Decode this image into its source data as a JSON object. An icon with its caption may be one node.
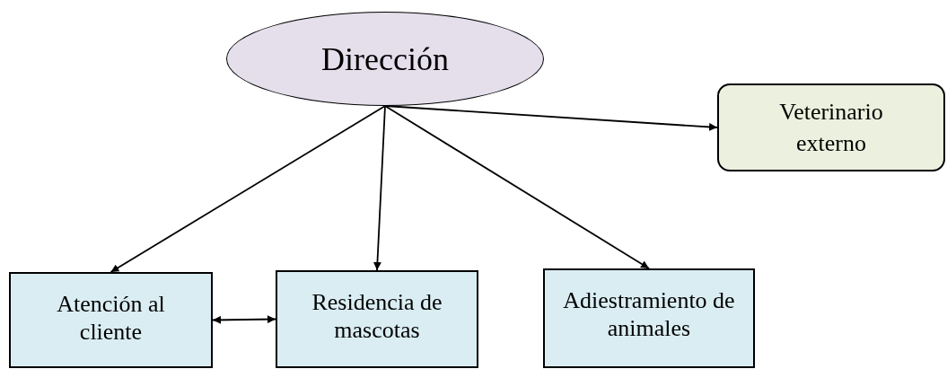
{
  "diagram": {
    "nodes": [
      {
        "text": [
          "Dirección"
        ]
      },
      {
        "text": [
          "Veterinario externo"
        ]
      },
      {
        "text": [
          "Atención al cliente"
        ]
      },
      {
        "text": [
          "Residencia de mascotas"
        ]
      },
      {
        "text": [
          "Adiestramiento de animales"
        ]
      }
    ],
    "edges": [
      {
        "from": 0,
        "to": 2,
        "arrow": "to"
      },
      {
        "from": 0,
        "to": 3,
        "arrow": "to"
      },
      {
        "from": 0,
        "to": 4,
        "arrow": "to"
      },
      {
        "from": 0,
        "to": 1,
        "arrow": "to"
      },
      {
        "from": 2,
        "to": 3,
        "arrow": "both"
      }
    ]
  }
}
